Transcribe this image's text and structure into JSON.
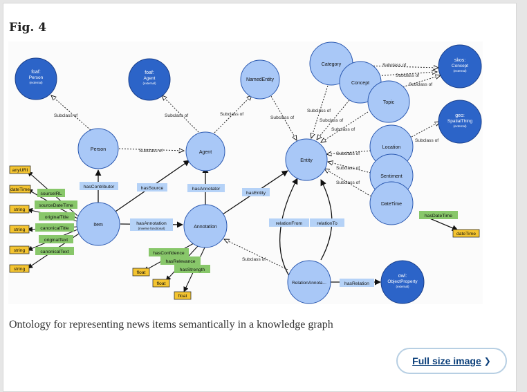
{
  "figure": {
    "label": "Fig. 4",
    "caption": "Ontology for representing news items semantically in a knowledge graph",
    "full_size_label": "Full size image",
    "chevron_icon": "chevron-right-icon"
  },
  "colors": {
    "class_fill": "#a9c8f7",
    "external_fill": "#2c64c8",
    "literal_fill": "#f4c430",
    "property_fill": "#88c76a",
    "objprop_fill": "#b5d2f7"
  },
  "nodes": {
    "foaf_person": [
      "foaf:",
      "Person",
      "(external)"
    ],
    "foaf_agent": [
      "foaf:",
      "Agent",
      "(external)"
    ],
    "named_entity": "NamedEntity",
    "category": "Category",
    "concept": "Concept",
    "topic": "Topic",
    "skos_concept": [
      "skos:",
      "Concept",
      "(external)"
    ],
    "geo_spatial": [
      "geo:",
      "SpatialThing",
      "(external)"
    ],
    "person": "Person",
    "agent": "Agent",
    "entity": "Entity",
    "location": "Location",
    "sentiment": "Sentiment",
    "datetime": "DateTime",
    "item": "Item",
    "annotation": "Annotation",
    "relation_annotation": "RelationAnnota...",
    "owl_objprop": [
      "owl:",
      "ObjectProperty",
      "(external)"
    ]
  },
  "edge_labels": {
    "subclass_of": "Subclass of",
    "has_contributor": "hasContributor",
    "has_source": "hasSource",
    "has_annotator": "hasAnnotator",
    "has_entity": "hasEntity",
    "has_annotation": "hasAnnotation",
    "has_annotation_note": "(inverse functional)",
    "relation_from": "relationFrom",
    "relation_to": "relationTo",
    "has_relation": "hasRelation",
    "has_date_time": "hasDateTime"
  },
  "data_properties": [
    "sourceIRL",
    "sourceDateTime",
    "originalTitle",
    "canonicalTitle",
    "originalText",
    "canonicalText",
    "hasConfidence",
    "hasRelevance",
    "hasStrength"
  ],
  "literals": [
    "anyURI",
    "dateTime",
    "string",
    "string",
    "string",
    "string",
    "float",
    "float",
    "float",
    "dateTime"
  ]
}
